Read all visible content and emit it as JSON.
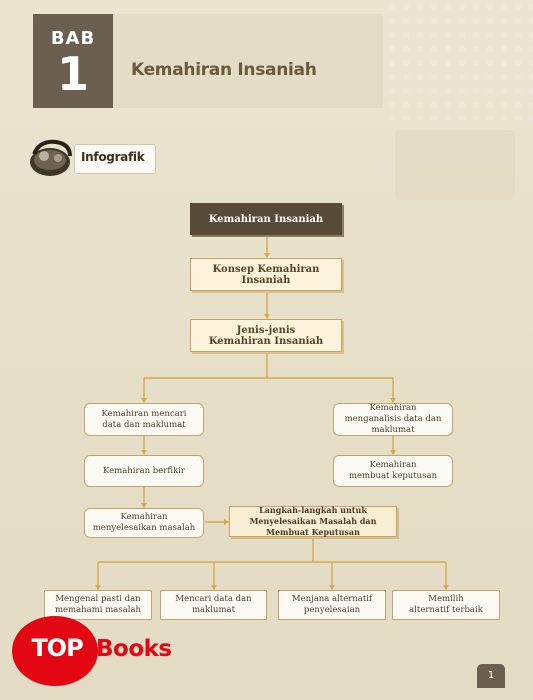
{
  "chapter": {
    "bab_label": "BAB",
    "number": "1",
    "title": "Kemahiran Insaniah"
  },
  "section_label": "Infografik",
  "flowchart": {
    "root": "Kemahiran Insaniah",
    "concept": "Konsep Kemahiran Insaniah",
    "types": "Jenis-jenis Kemahiran Insaniah",
    "left_skills": [
      "Kemahiran mencari data dan maklumat",
      "Kemahiran berfikir",
      "Kemahiran menyelesaikan masalah"
    ],
    "right_skills": [
      "Kemahiran menganalisis data dan maklumat",
      "Kemahiran membuat keputusan"
    ],
    "steps_title": "Langkah-langkah untuk Menyelesaikan Masalah dan Membuat Keputusan",
    "steps": [
      "Mengenal pasti dan memahami masalah",
      "Mencari data dan maklumat",
      "Menjana alternatif penyelesaian",
      "Memilih alternatif terbaik"
    ]
  },
  "page_number": "1",
  "watermark": {
    "top": "TOP",
    "books": "Books",
    "color": "#e30613"
  },
  "colors": {
    "dark": "#584a38",
    "accent_border": "#c9a262",
    "background": "#e9e2cd"
  }
}
